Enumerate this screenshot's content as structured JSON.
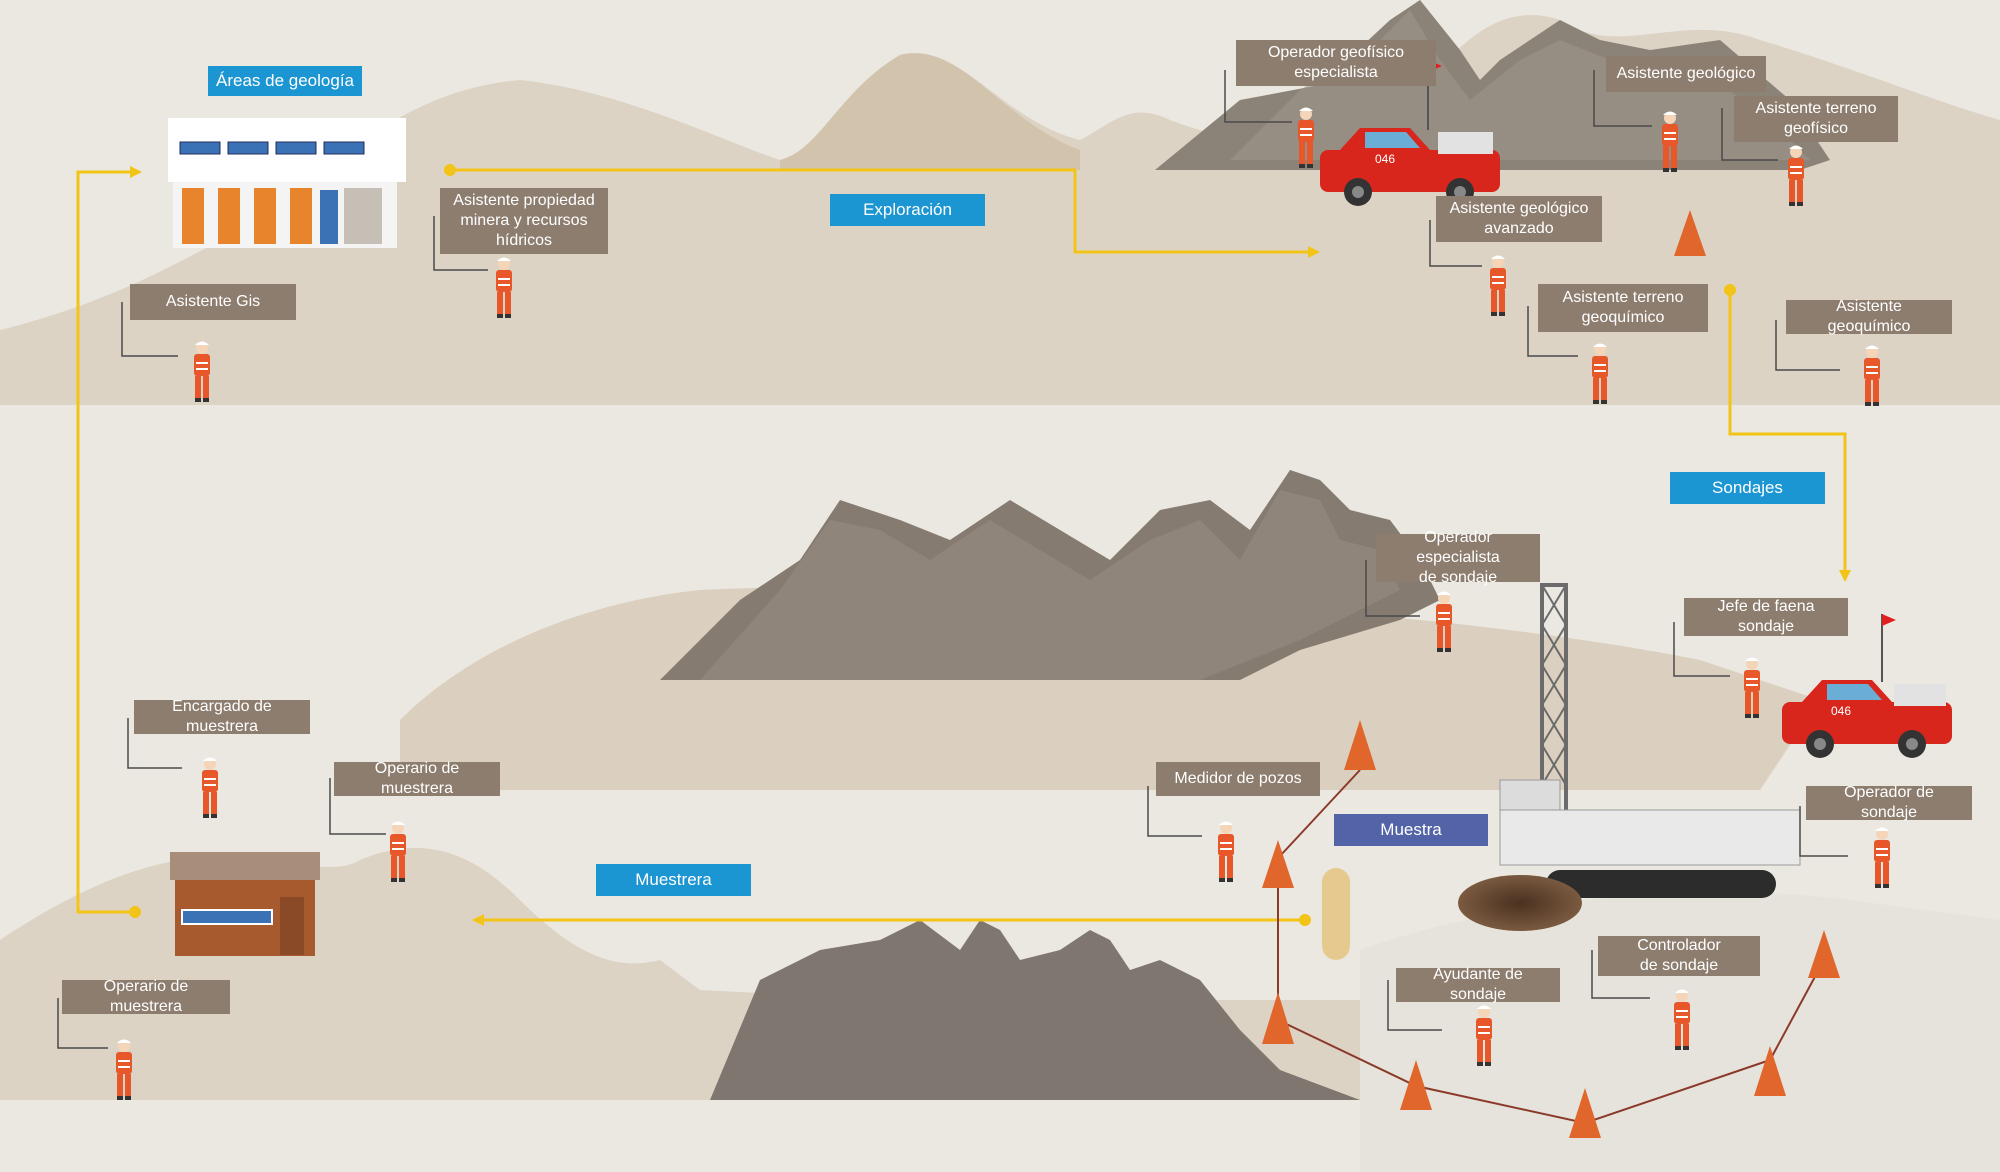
{
  "stages": {
    "geologia": "Áreas de geología",
    "exploracion": "Exploración",
    "sondajes": "Sondajes",
    "muestrera": "Muestrera",
    "muestra": "Muestra"
  },
  "roles": {
    "operador_geofisico": "Operador geofísico\nespecialista",
    "asistente_geologico": "Asistente geológico",
    "asistente_terreno_geofisico": "Asistente terreno\ngeofísico",
    "asistente_propiedad": "Asistente propiedad\nminera y recursos\nhídricos",
    "asistente_geologico_avanzado": "Asistente geológico\navanzado",
    "asistente_gis": "Asistente Gis",
    "asistente_terreno_geoquimico": "Asistente terreno\ngeoquímico",
    "asistente_geoquimico": "Asistente geoquímico",
    "operador_especialista_sondaje": "Operador especialista\nde sondaje",
    "jefe_faena": "Jefe de faena\nsondaje",
    "encargado_muestrera": "Encargado de muestrera",
    "operario_muestrera_1": "Operario de muestrera",
    "medidor_pozos": "Medidor de pozos",
    "operador_sondaje": "Operador de sondaje",
    "controlador_sondaje": "Controlador\nde sondaje",
    "ayudante_sondaje": "Ayudante de sondaje",
    "operario_muestrera_2": "Operario de muestrera"
  },
  "vehicles": {
    "truck_number": "046"
  },
  "colors": {
    "flow_arrow": "#f2c418",
    "stage_label": "#1c95d3",
    "role_label": "#8d7d6f",
    "sample_label": "#5363a8",
    "worker_suit": "#e8572a",
    "truck": "#d8261c"
  }
}
